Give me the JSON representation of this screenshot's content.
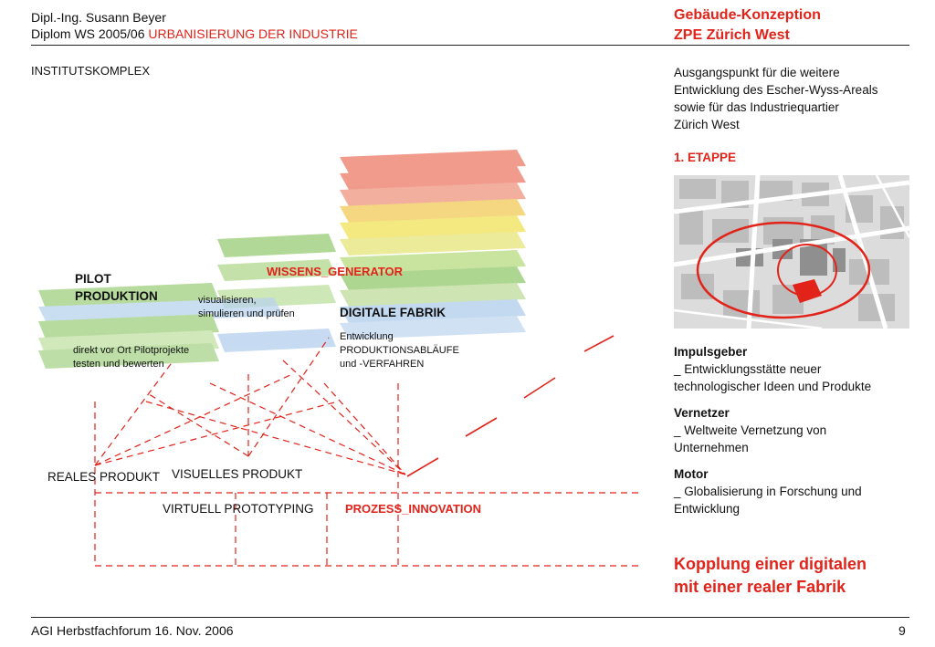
{
  "header": {
    "author": "Dipl.-Ing. Susann Beyer",
    "course_prefix": "Diplom WS 2005/06 ",
    "course_topic": "URBANISIERUNG DER INDUSTRIE",
    "title_line1": "Gebäude-Konzeption",
    "title_line2": "ZPE Zürich West"
  },
  "left": {
    "section_title": "INSTITUTSKOMPLEX",
    "wissens_generator": "WISSENS_GENERATOR",
    "pilot_line1": "PILOT",
    "pilot_line2": "PRODUKTION",
    "pilot_desc_line1": "direkt vor Ort Pilotprojekte",
    "pilot_desc_line2": "testen und bewerten",
    "visual_line1": "visualisieren,",
    "visual_line2": "simulieren und prüfen",
    "digitale_fabrik": "DIGITALE FABRIK",
    "df_line1": "Entwicklung",
    "df_line2": "PRODUKTIONSABLÄUFE",
    "df_line3": "und -VERFAHREN",
    "reales_produkt": "REALES PRODUKT",
    "visuelles_produkt": "VISUELLES PRODUKT",
    "virtuell_prototyping": "VIRTUELL PROTOTYPING",
    "prozess_innovation": "PROZESS_INNOVATION"
  },
  "right": {
    "intro_line1": "Ausgangspunkt für die weitere",
    "intro_line2": "Entwicklung des Escher-Wyss-Areals",
    "intro_line3": "sowie für das Industriequartier",
    "intro_line4": "Zürich West",
    "etappe": "1. ETAPPE",
    "impulsgeber_title": "Impulsgeber",
    "impulsgeber_line1": "_ Entwicklungsstätte neuer",
    "impulsgeber_line2": "technologischer Ideen und Produkte",
    "vernetzer_title": "Vernetzer",
    "vernetzer_line1": "_ Weltweite Vernetzung von",
    "vernetzer_line2": "Unternehmen",
    "motor_title": "Motor",
    "motor_line1": "_ Globalisierung in Forschung und",
    "motor_line2": "Entwicklung",
    "conclusion_line1": "Kopplung einer digitalen",
    "conclusion_line2": "mit einer realer Fabrik"
  },
  "footer": {
    "event": "AGI Herbstfachforum 16. Nov. 2006",
    "page_number": "9"
  },
  "colors": {
    "accent_red": "#e2231a",
    "layer_red": "#ef8a7a",
    "layer_yellow": "#f3e46a",
    "layer_green": "#9fcf7e",
    "layer_blue": "#b9d3ee"
  }
}
